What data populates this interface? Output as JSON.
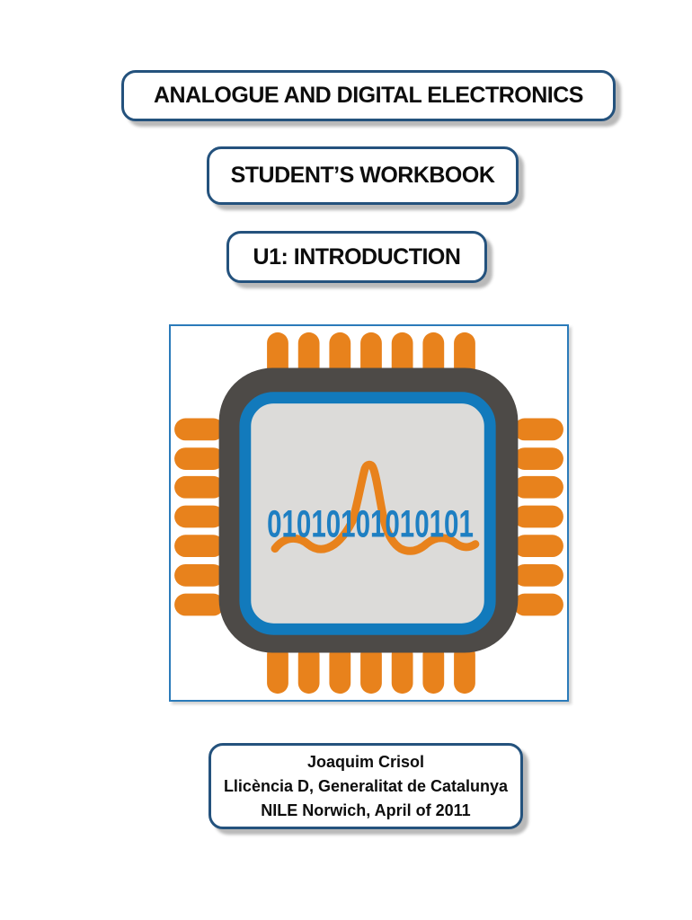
{
  "page": {
    "background": "#ffffff"
  },
  "title_boxes": [
    {
      "label": "ANALOGUE AND DIGITAL ELECTRONICS"
    },
    {
      "label": "STUDENT’S WORKBOOK"
    },
    {
      "label": "U1: INTRODUCTION"
    }
  ],
  "chip_illustration": {
    "binary_text": "01010101010101",
    "colors": {
      "pin_orange": "#e8821c",
      "body_gray": "#4d4a47",
      "ring_blue": "#127abc",
      "digit_blue": "#1e7fc2",
      "center_gray": "#dcdbd9",
      "frame_border": "#2b7bba"
    }
  },
  "credits_box": {
    "lines": [
      "Joaquim Crisol",
      "Llicència D, Generalitat de Catalunya",
      "NILE Norwich, April of 2011"
    ]
  },
  "colors": {
    "box_border": "#24527d",
    "box_shadow": "#b9b9b9",
    "text": "#0d0d0d"
  }
}
